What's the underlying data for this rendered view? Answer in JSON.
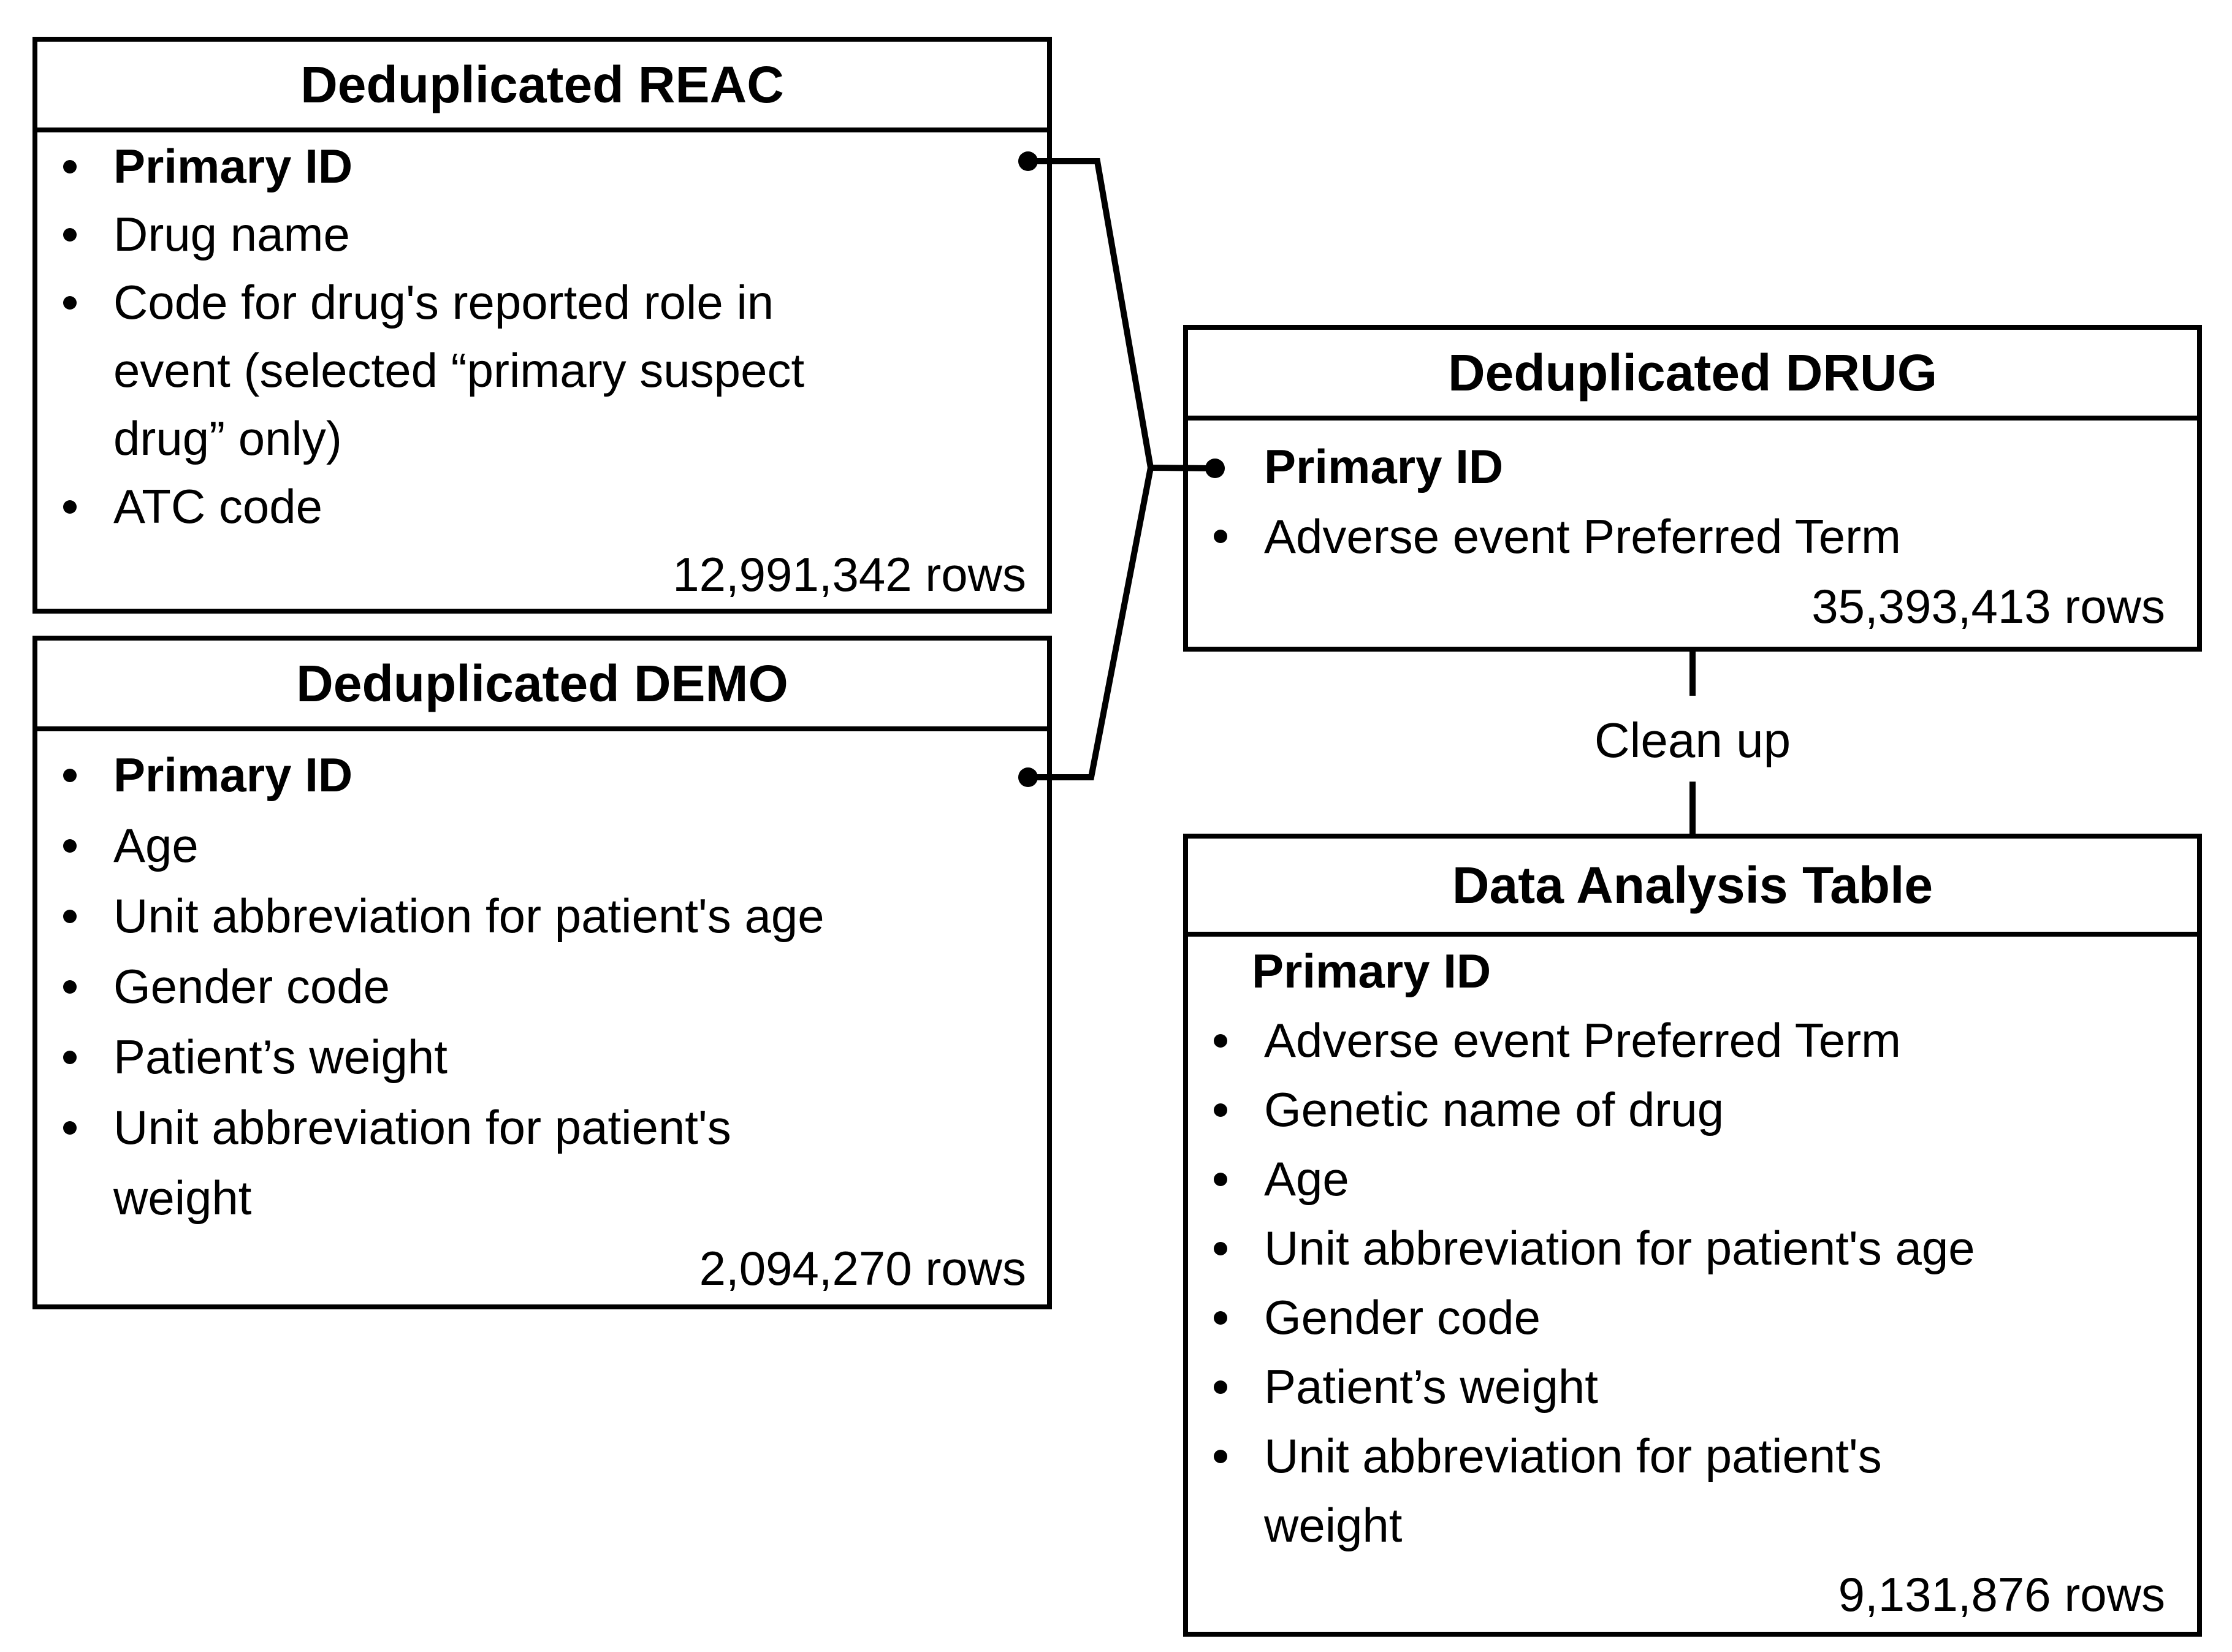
{
  "reac": {
    "title": "Deduplicated REAC",
    "items": [
      "Primary ID",
      "Drug name",
      "Code for drug's reported role in",
      "event (selected “primary suspect",
      "drug” only)",
      "ATC code"
    ],
    "row_count": "12,991,342 rows"
  },
  "demo": {
    "title": "Deduplicated DEMO",
    "items": [
      "Primary ID",
      "Age",
      "Unit abbreviation for patient's age",
      "Gender code",
      "Patient’s weight",
      "Unit abbreviation for patient's",
      "weight"
    ],
    "row_count": "2,094,270 rows"
  },
  "drug": {
    "title": "Deduplicated DRUG",
    "items": [
      "Primary ID",
      "Adverse event Preferred Term"
    ],
    "row_count": "35,393,413 rows"
  },
  "analysis": {
    "title": "Data Analysis Table",
    "items": [
      "Primary ID",
      "Adverse event Preferred Term",
      "Genetic name of drug",
      "Age",
      "Unit abbreviation for patient's age",
      "Gender code",
      "Patient’s weight",
      "Unit abbreviation for patient's",
      "weight"
    ],
    "row_count": "9,131,876 rows"
  },
  "connector_label": "Clean up",
  "colors": {
    "line": "#000000",
    "background": "#ffffff"
  }
}
